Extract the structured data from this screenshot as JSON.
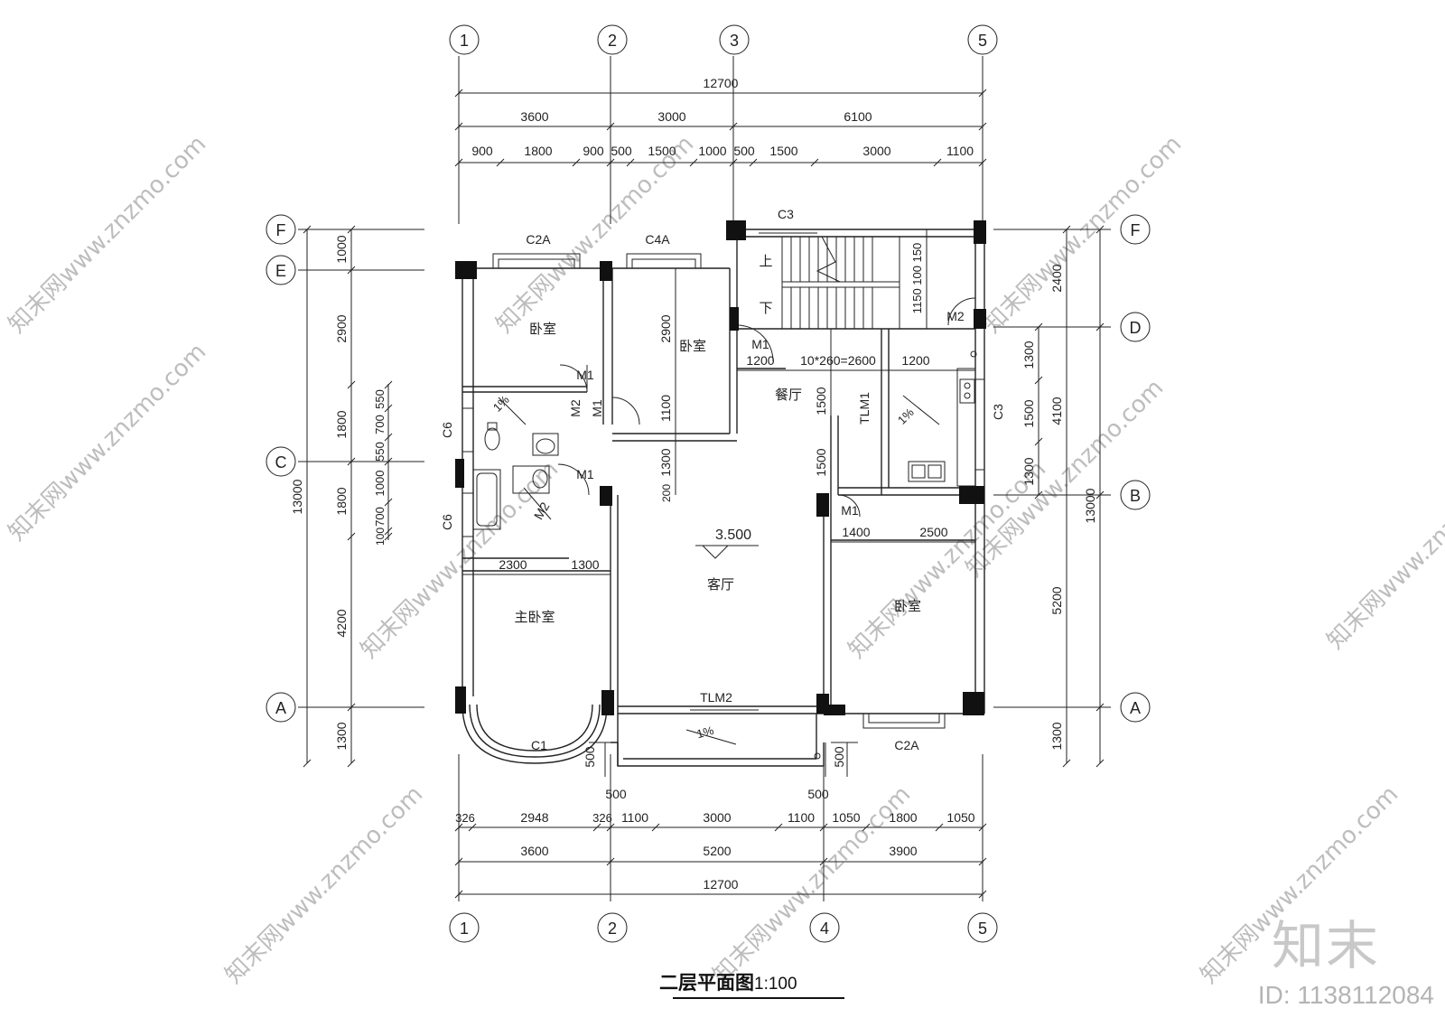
{
  "drawing": {
    "title": "二层平面图",
    "scale": "1:100",
    "floor_level": "3.500"
  },
  "branding": {
    "logo_text": "知末",
    "image_id": "ID: 1138112084",
    "watermark_text": "知末网www.znzmo.com"
  },
  "axes": {
    "top": [
      "1",
      "2",
      "3",
      "5"
    ],
    "bottom": [
      "1",
      "2",
      "4",
      "5"
    ],
    "left": [
      "F",
      "E",
      "C",
      "A"
    ],
    "right": [
      "F",
      "D",
      "B",
      "A"
    ]
  },
  "dimensions": {
    "top_total": "12700",
    "top_row2": [
      "3600",
      "3000",
      "6100"
    ],
    "top_row3": [
      "900",
      "1800",
      "900",
      "500",
      "1500",
      "1000",
      "500",
      "1500",
      "3000",
      "1100"
    ],
    "bottom_row1": [
      "326",
      "2948",
      "326",
      "1100",
      "3000",
      "1100",
      "1050",
      "1800",
      "1050"
    ],
    "bottom_row2": [
      "3600",
      "5200",
      "3900"
    ],
    "bottom_total": "12700",
    "left_total": "13000",
    "left_main": [
      "1000",
      "2900",
      "1800",
      "1800",
      "4200",
      "1300"
    ],
    "left_detail": [
      "550",
      "700",
      "550",
      "1000",
      "700",
      "100"
    ],
    "right_total": "13000",
    "right_main": [
      "2400",
      "4100",
      "5200",
      "1300"
    ],
    "right_detail": [
      "1300",
      "1500",
      "1300"
    ],
    "inner": {
      "stair_col": "1150 100 150",
      "stair": "10*260=2600",
      "d1200a": "1200",
      "d1200b": "1200",
      "d1500a": "1500",
      "d1500b": "1500",
      "d1400": "1400",
      "d2500": "2500",
      "d2300": "2300",
      "d1300": "1300",
      "d2900": "2900",
      "d1100": "1100",
      "d1300b": "1300",
      "d200": "200",
      "d500a": "500",
      "d500b": "500",
      "d500c": "500",
      "d500d": "500"
    }
  },
  "rooms": {
    "bedroom_nw": "卧室",
    "bedroom_n": "卧室",
    "dining": "餐厅",
    "living": "客厅",
    "master": "主卧室",
    "bedroom_se": "卧室"
  },
  "stair": {
    "up": "上",
    "down": "下"
  },
  "openings": {
    "c3_top": "C3",
    "c2a_top": "C2A",
    "c4a_top": "C4A",
    "m1_stair": "M1",
    "m2_kitchen": "M2",
    "m1_a": "M1",
    "m2_a": "M2",
    "m1_b": "M1",
    "m1_c": "M1",
    "m2_b": "M2",
    "c6_a": "C6",
    "c6_b": "C6",
    "tlm1": "TLM1",
    "c3_right": "C3",
    "m1_d": "M1",
    "tlm2": "TLM2",
    "c1": "C1",
    "c2a_bottom": "C2A"
  },
  "slopes": {
    "toilet": "1%",
    "kitchen": "1%",
    "balcony": "1%"
  }
}
